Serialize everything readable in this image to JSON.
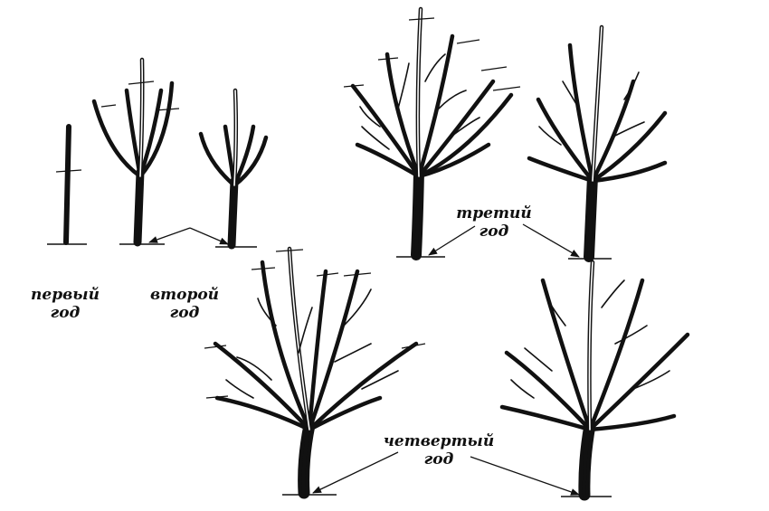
{
  "labels": {
    "year1": [
      "первый",
      "год"
    ],
    "year2": [
      "второй",
      "год"
    ],
    "year3": [
      "третий",
      "год"
    ],
    "year4": [
      "четвертый",
      "год"
    ]
  },
  "colors": {
    "ink": "#111111",
    "paper": "#ffffff"
  }
}
